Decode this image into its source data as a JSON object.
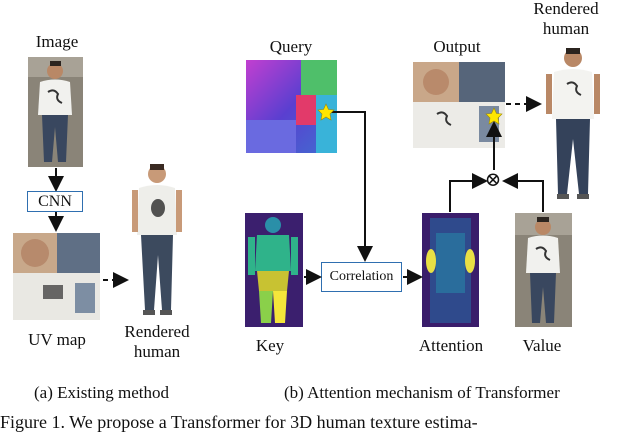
{
  "labels": {
    "image": "Image",
    "cnn": "CNN",
    "uv_map": "UV map",
    "rendered_human_left": [
      "Rendered",
      "human"
    ],
    "query": "Query",
    "output": "Output",
    "rendered_human_right": [
      "Rendered",
      "human"
    ],
    "correlation": "Correlation",
    "key": "Key",
    "attention": "Attention",
    "value": "Value",
    "otimes": "⊗"
  },
  "captions": {
    "left": "(a) Existing method",
    "right": "(b) Attention mechanism of Transformer",
    "figure": "Figure 1. We propose a Transformer for 3D human texture estima-"
  },
  "colors": {
    "box_border": "#2f6fb0",
    "arrow": "#111111",
    "star": "#ffe600"
  }
}
